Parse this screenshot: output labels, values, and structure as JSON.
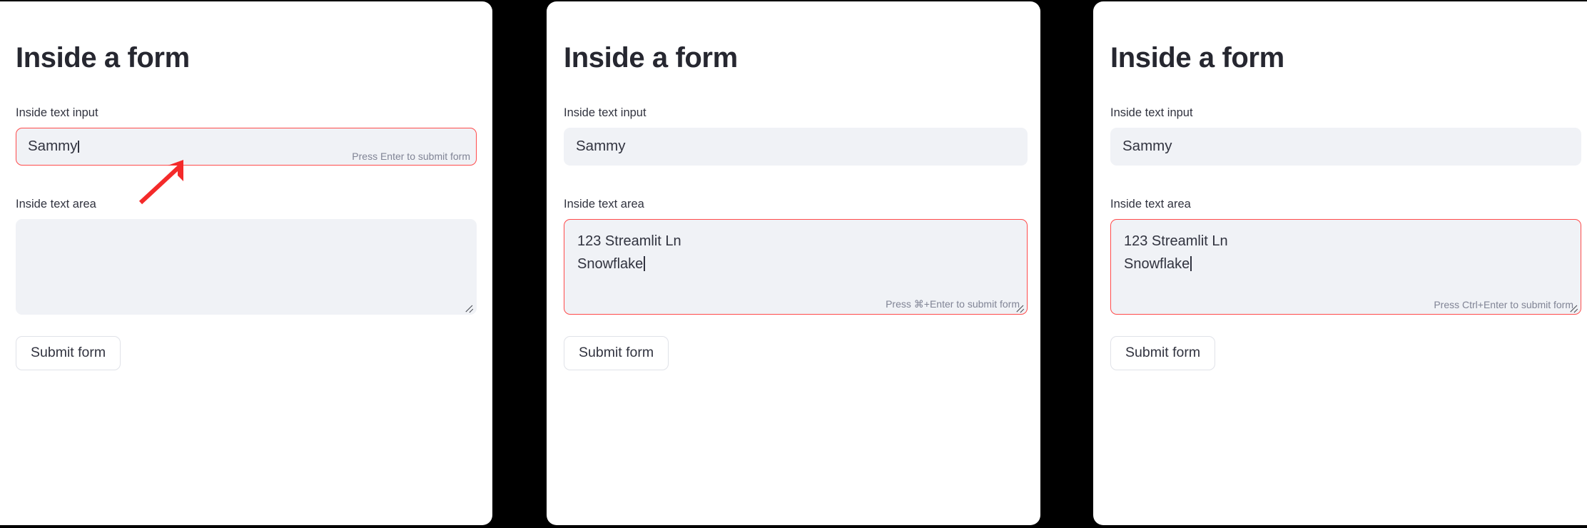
{
  "theme": {
    "background": "#000000",
    "card_background": "#FFFFFF",
    "widget_background": "#F0F2F6",
    "text_color": "#31333F",
    "accent_red": "#FF4B4B",
    "hint_color": "#808495",
    "annotation_arrow_color": "#F42A2A"
  },
  "panels": [
    {
      "id": "panel-1",
      "title": "Inside a form",
      "text_input": {
        "label": "Inside text input",
        "value": "Sammy",
        "placeholder": "",
        "focused": true,
        "caret_visible": true,
        "submit_hint": "Press Enter to submit form"
      },
      "text_area": {
        "label": "Inside text area",
        "value": "",
        "placeholder": "",
        "focused": false,
        "caret_visible": false,
        "submit_hint": "",
        "resize_handle": "resize-grabber-icon"
      },
      "submit_button": "Submit form",
      "annotation": {
        "type": "arrow",
        "points_to": "text-input-submit-hint"
      }
    },
    {
      "id": "panel-2",
      "title": "Inside a form",
      "text_input": {
        "label": "Inside text input",
        "value": "Sammy",
        "placeholder": "",
        "focused": false,
        "caret_visible": false,
        "submit_hint": ""
      },
      "text_area": {
        "label": "Inside text area",
        "value": "123 Streamlit Ln\nSnowflake",
        "placeholder": "",
        "focused": true,
        "caret_visible": true,
        "submit_hint": "Press ⌘+Enter to submit form",
        "resize_handle": "resize-grabber-icon"
      },
      "submit_button": "Submit form",
      "annotation": {
        "type": "arrow",
        "points_to": "text-area-submit-hint"
      }
    },
    {
      "id": "panel-3",
      "title": "Inside a form",
      "text_input": {
        "label": "Inside text input",
        "value": "Sammy",
        "placeholder": "",
        "focused": false,
        "caret_visible": false,
        "submit_hint": ""
      },
      "text_area": {
        "label": "Inside text area",
        "value": "123 Streamlit Ln\nSnowflake",
        "placeholder": "",
        "focused": true,
        "caret_visible": true,
        "submit_hint": "Press Ctrl+Enter to submit form",
        "resize_handle": "resize-grabber-icon"
      },
      "submit_button": "Submit form",
      "annotation": {
        "type": "arrow",
        "points_to": "text-area-submit-hint"
      }
    }
  ]
}
